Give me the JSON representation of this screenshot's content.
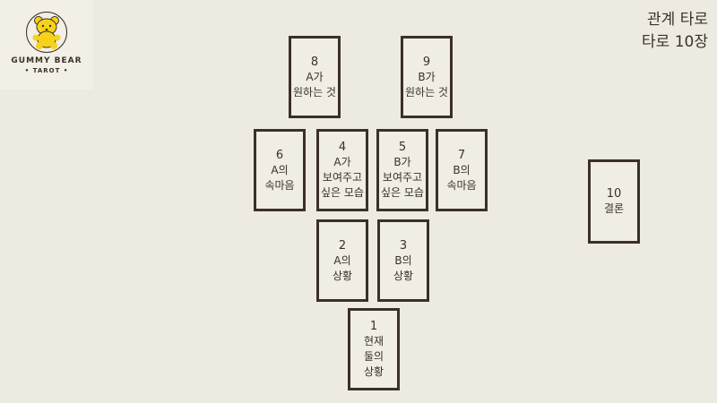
{
  "logo": {
    "brand": "GUMMY BEAR",
    "sub": "• TAROT •"
  },
  "title": {
    "line1": "관계 타로",
    "line2": "타로 10장"
  },
  "cards": [
    {
      "num": "1",
      "lines": [
        "현재",
        "둘의",
        "상황"
      ]
    },
    {
      "num": "2",
      "lines": [
        "A의",
        "상황"
      ]
    },
    {
      "num": "3",
      "lines": [
        "B의",
        "상황"
      ]
    },
    {
      "num": "4",
      "lines": [
        "A가",
        "보여주고",
        "싶은 모습"
      ]
    },
    {
      "num": "5",
      "lines": [
        "B가",
        "보여주고",
        "싶은 모습"
      ]
    },
    {
      "num": "6",
      "lines": [
        "A의",
        "속마음"
      ]
    },
    {
      "num": "7",
      "lines": [
        "B의",
        "속마음"
      ]
    },
    {
      "num": "8",
      "lines": [
        "A가",
        "원하는 것"
      ]
    },
    {
      "num": "9",
      "lines": [
        "B가",
        "원하는 것"
      ]
    },
    {
      "num": "10",
      "lines": [
        "결론"
      ]
    }
  ]
}
